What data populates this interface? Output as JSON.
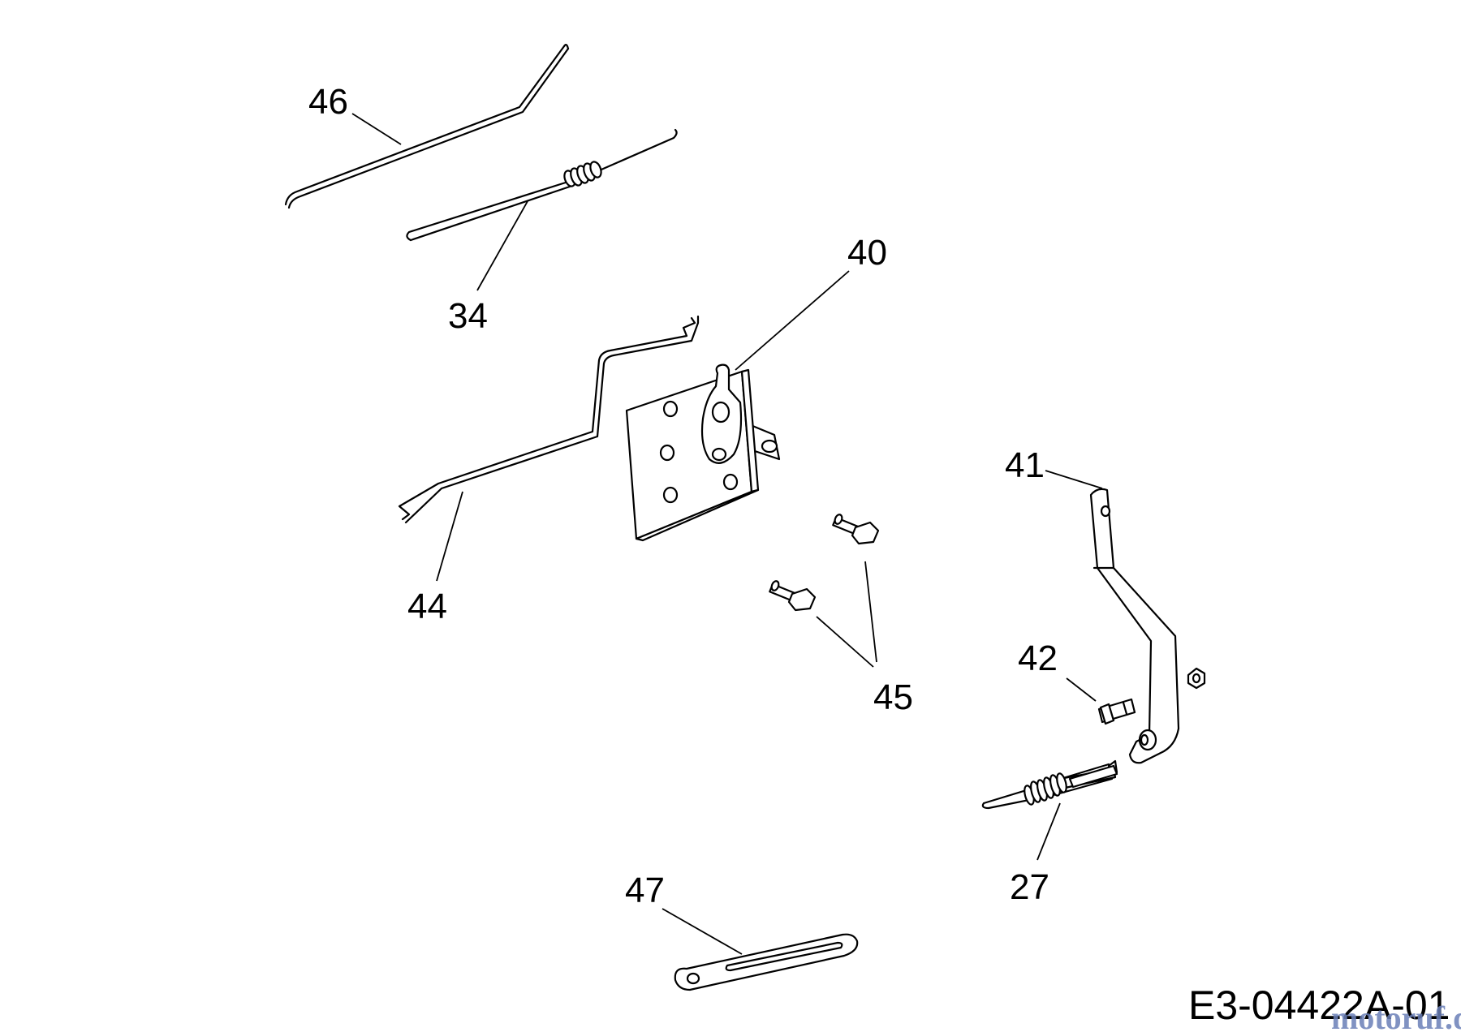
{
  "callouts": {
    "p46": "46",
    "p34": "34",
    "p40": "40",
    "p44": "44",
    "p41": "41",
    "p45": "45",
    "p42": "42",
    "p27": "27",
    "p47": "47"
  },
  "drawing_number": "E3-04422A-01",
  "watermark": "motoruf.de"
}
